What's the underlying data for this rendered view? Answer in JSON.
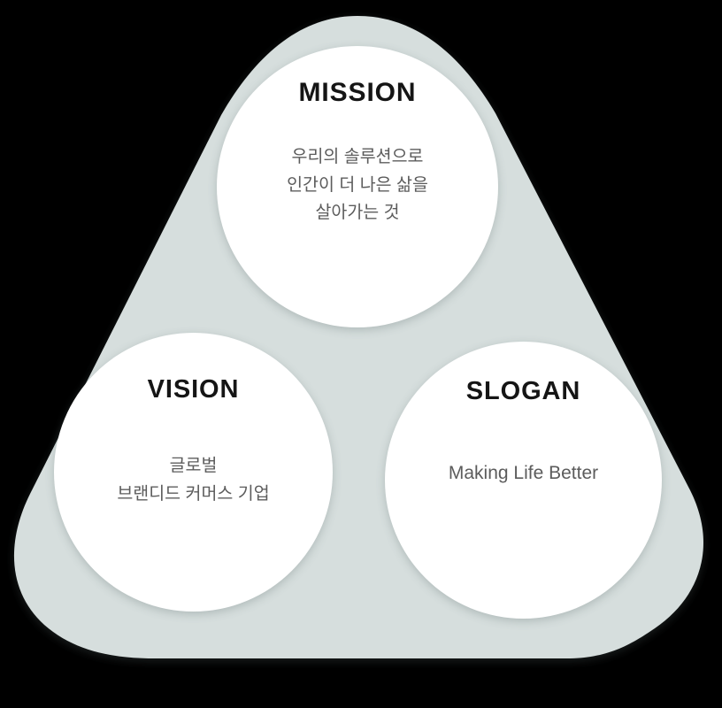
{
  "diagram": {
    "type": "venn-triad-rounded-triangle",
    "backdrop_color": "#d6dedd",
    "circle_color": "#ffffff",
    "title_color": "#151515",
    "body_color": "#5c5c5c",
    "nodes": [
      {
        "id": "mission",
        "title": "MISSION",
        "position": "top",
        "lines": [
          "우리의 솔루션으로",
          "인간이 더 나은 삶을",
          "살아가는 것"
        ]
      },
      {
        "id": "vision",
        "title": "VISION",
        "position": "bottom-left",
        "lines": [
          "글로벌",
          "브랜디드 커머스 기업"
        ]
      },
      {
        "id": "slogan",
        "title": "SLOGAN",
        "position": "bottom-right",
        "lines": [
          "Making Life Better"
        ]
      }
    ]
  }
}
